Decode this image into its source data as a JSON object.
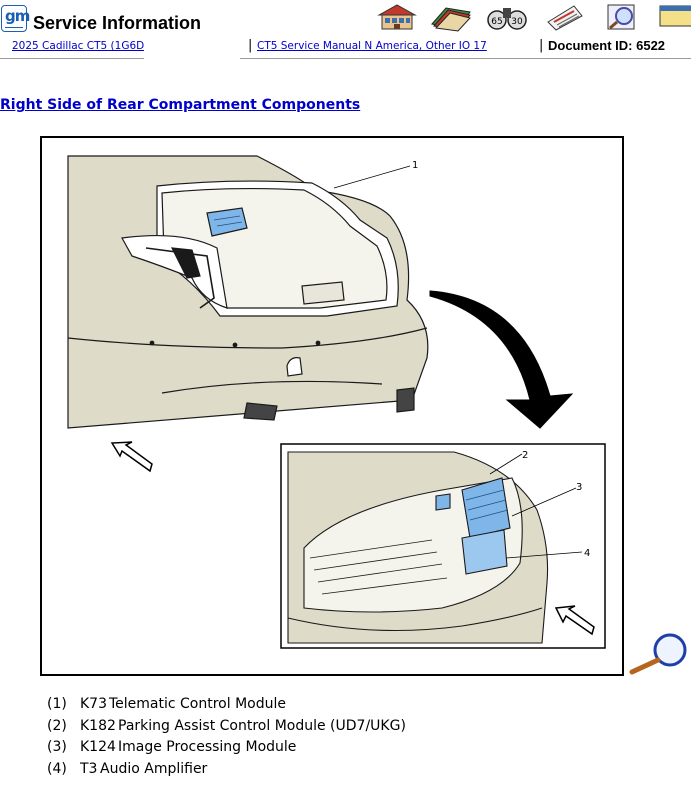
{
  "header": {
    "logo_text": "gm",
    "title": "Service Information",
    "toolbar_icons": [
      "home-icon",
      "books-icon",
      "binoculars-icon",
      "newspaper-icon",
      "magnifier-icon",
      "bookmark-icon"
    ]
  },
  "breadcrumb": {
    "vehicle": "2025 Cadillac CT5 (1G6D",
    "manual": "CT5 Service Manual N America, Other IO 17",
    "separator": "|",
    "document_id": "Document ID: 6522"
  },
  "section": {
    "title": "Right Side of Rear Compartment Components"
  },
  "figure": {
    "callouts": [
      "1",
      "2",
      "3",
      "4"
    ]
  },
  "legend": [
    {
      "num": "(1)",
      "code": "K73",
      "text": "Telematic Control Module"
    },
    {
      "num": "(2)",
      "code": "K182",
      "text": "Parking Assist Control Module (UD7/UKG)"
    },
    {
      "num": "(3)",
      "code": "K124",
      "text": "Image Processing Module"
    },
    {
      "num": "(4)",
      "code": "T3",
      "text": "Audio Amplifier"
    }
  ],
  "colors": {
    "link": "#0000cc",
    "body_paint": "#dedbc9",
    "module_highlight": "#7fb6ea"
  }
}
